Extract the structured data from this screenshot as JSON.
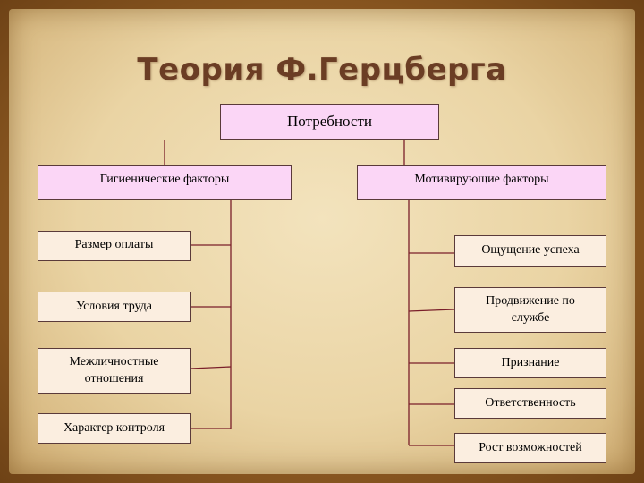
{
  "title": "Теория Ф.Герцберга",
  "root": "Потребности",
  "hygiene": {
    "label": "Гигиенические факторы",
    "items": [
      "Размер оплаты",
      "Условия труда",
      "Межличностные отношения",
      "Характер контроля"
    ]
  },
  "motivating": {
    "label": "Мотивирующие факторы",
    "items": [
      "Ощущение успеха",
      "Продвижение по службе",
      "Признание",
      "Ответственность",
      "Рост возможностей"
    ]
  },
  "colors": {
    "header_box": "#fbd6f6",
    "item_box": "#fbeee0",
    "line": "#7a1f2a",
    "title": "#6b3d24"
  }
}
